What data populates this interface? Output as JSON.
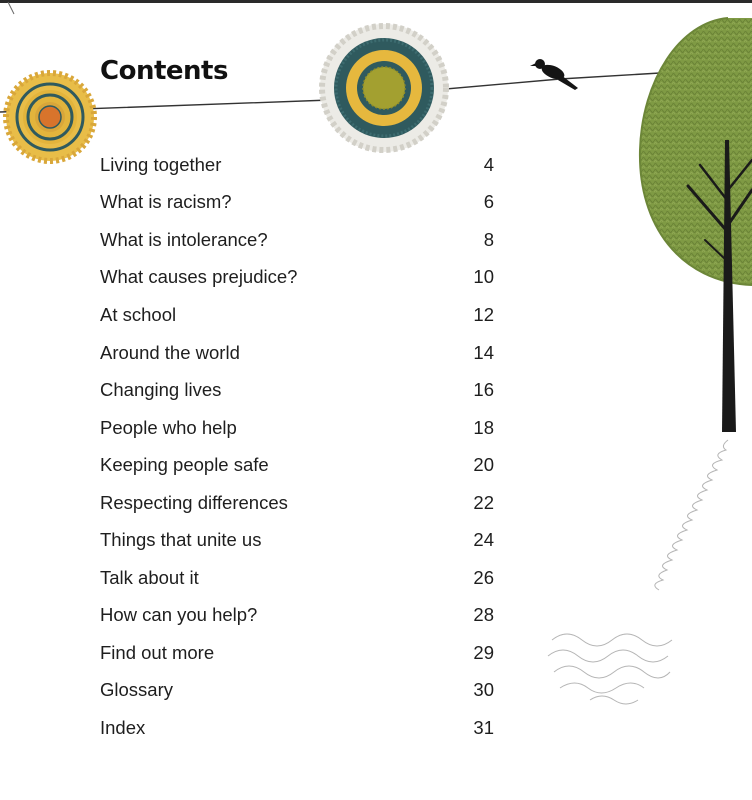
{
  "page": {
    "heading": "Contents"
  },
  "toc": [
    {
      "title": "Living together",
      "page": "4"
    },
    {
      "title": "What is racism?",
      "page": "6"
    },
    {
      "title": "What is intolerance?",
      "page": "8"
    },
    {
      "title": "What causes prejudice?",
      "page": "10"
    },
    {
      "title": "At school",
      "page": "12"
    },
    {
      "title": "Around the world",
      "page": "14"
    },
    {
      "title": "Changing lives",
      "page": "16"
    },
    {
      "title": "People who help",
      "page": "18"
    },
    {
      "title": "Keeping people safe",
      "page": "20"
    },
    {
      "title": "Respecting differences",
      "page": "22"
    },
    {
      "title": "Things that unite us",
      "page": "24"
    },
    {
      "title": "Talk about it",
      "page": "26"
    },
    {
      "title": "How can you help?",
      "page": "28"
    },
    {
      "title": "Find out more",
      "page": "29"
    },
    {
      "title": "Glossary",
      "page": "30"
    },
    {
      "title": "Index",
      "page": "31"
    }
  ],
  "colors": {
    "mustard": "#e2b43c",
    "teal": "#2f5a5e",
    "cream": "#ecebe6",
    "olive": "#a3a030",
    "orange": "#d8742c",
    "tree_green": "#7f9a44",
    "trunk": "#1a1a1a",
    "bird": "#151515"
  },
  "icons": [
    "rosette-icon",
    "bird-icon",
    "tree-icon"
  ]
}
